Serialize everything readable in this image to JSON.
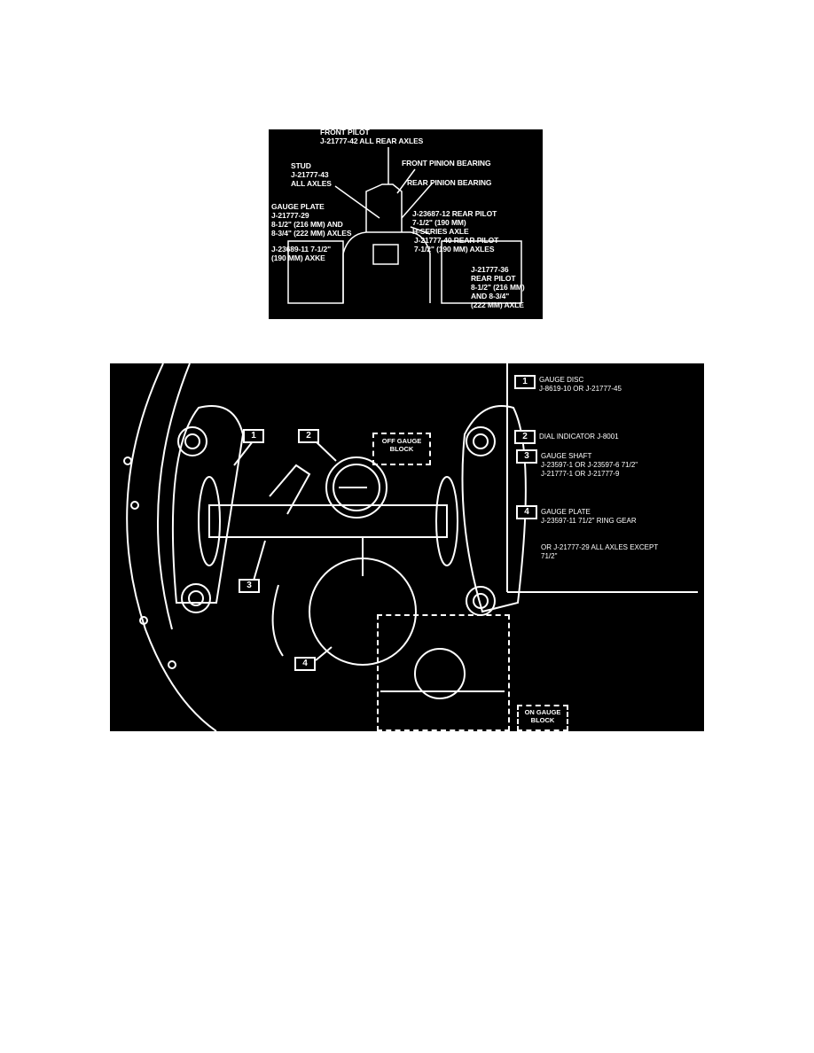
{
  "figure1": {
    "labels": {
      "front_pilot": "FRONT PILOT\nJ-21777-42 ALL REAR AXLES",
      "front_pinion_bearing": "FRONT PINION BEARING",
      "stud": "STUD\nJ-21777-43\nALL AXLES",
      "rear_pinion_bearing": "REAR PINION BEARING",
      "gauge_plate": "GAUGE PLATE\nJ-21777-29\n8-1/2\" (216 MM) AND\n8-3/4\" (222 MM) AXLES",
      "rear_pilot_j23687": "J-23687-12 REAR PILOT\n7-1/2\" (190 MM)\nH-SERIES AXLE",
      "rear_pilot_j21777_40": "J-21777-40 REAR PILOT\n7-1/2\" (190 MM) AXLES",
      "j23689": "J-23689-11 7-1/2\"\n(190 MM) AXKE",
      "rear_pilot_j21777_36": "J-21777-36\nREAR PILOT\n8-1/2\" (216 MM)\nAND 8-3/4\"\n(222 MM) AXLE"
    }
  },
  "figure2": {
    "callouts": [
      "1",
      "2",
      "3",
      "4"
    ],
    "off_gauge_block": "OFF GAUGE\nBLOCK",
    "on_gauge_block": "ON GAUGE\nBLOCK",
    "legend": [
      {
        "num": "1",
        "text": "GAUGE DISC\nJ-8619-10 OR J-21777-45"
      },
      {
        "num": "2",
        "text": "DIAL INDICATOR J-8001"
      },
      {
        "num": "3",
        "text": "GAUGE SHAFT\nJ-23597-1 OR J-23597-6 71/2\"\nJ-21777-1 OR J-21777-9"
      },
      {
        "num": "4",
        "text": "GAUGE PLATE\nJ-23597-11 71/2\" RING GEAR"
      }
    ],
    "legend_note": "OR J-21777-29 ALL AXLES EXCEPT\n71/2\""
  }
}
